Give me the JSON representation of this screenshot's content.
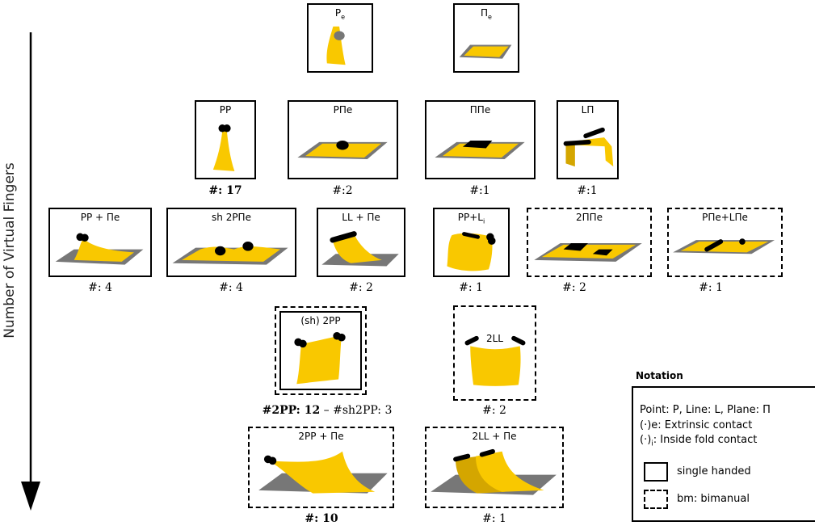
{
  "axis": {
    "label": "Number of Virtual Fingers"
  },
  "colors": {
    "material": "#f9c800",
    "material_dark": "#d4a600",
    "plane": "#777777",
    "finger": "#000000"
  },
  "diagram": {
    "row1": [
      {
        "id": "pe",
        "label": "P",
        "sub": "e",
        "border": "solid"
      },
      {
        "id": "pie",
        "label": "Π",
        "sub": "e",
        "border": "solid"
      }
    ],
    "row2": [
      {
        "id": "pp",
        "label": "PP",
        "count_prefix": "#:",
        "count_value": "17",
        "bold": true,
        "border": "solid"
      },
      {
        "id": "ppie",
        "label": "PΠe",
        "count_prefix": "#:",
        "count_value": "2",
        "border": "solid"
      },
      {
        "id": "pipie",
        "label": "ΠΠe",
        "count_prefix": "#:",
        "count_value": "1",
        "border": "solid"
      },
      {
        "id": "lpi",
        "label": "LΠ",
        "count_prefix": "#:",
        "count_value": "1",
        "border": "solid"
      }
    ],
    "row3": [
      {
        "id": "pp-pie",
        "label": "PP  + Πe",
        "count_prefix": "#:",
        "count_value": "4",
        "border": "solid"
      },
      {
        "id": "sh2ppie",
        "label": "sh 2PΠe",
        "count_prefix": "#:",
        "count_value": "4",
        "border": "solid"
      },
      {
        "id": "ll-pie",
        "label": "LL  + Πe",
        "count_prefix": "#:",
        "count_value": "2",
        "border": "solid"
      },
      {
        "id": "pp-li",
        "label": "PP+L",
        "sub": "i",
        "count_prefix": "#:",
        "count_value": "1",
        "border": "solid"
      },
      {
        "id": "2pipie",
        "label": "2ΠΠe",
        "count_prefix": "#:",
        "count_value": "2",
        "border": "dashed"
      },
      {
        "id": "ppe-lpie",
        "label": "PΠe+LΠe",
        "count_prefix": "#:",
        "count_value": "1",
        "border": "dashed"
      }
    ],
    "row4": [
      {
        "id": "sh2pp",
        "label": "(sh) 2PP",
        "count_prefix": "#2PP:",
        "count_value": "12",
        "count_suffix": " – #sh2PP: 3",
        "bold": true,
        "border": "double"
      },
      {
        "id": "2ll",
        "label": "2LL",
        "count_prefix": "#:",
        "count_value": "2",
        "border": "dashed"
      }
    ],
    "row5": [
      {
        "id": "2pp-pie",
        "label": "2PP + Πe",
        "count_prefix": "#:",
        "count_value": "10",
        "bold": true,
        "border": "dashed"
      },
      {
        "id": "2ll-pie",
        "label": "2LL + Πe",
        "count_prefix": "#:",
        "count_value": "1",
        "border": "dashed"
      }
    ]
  },
  "notation": {
    "title": "Notation",
    "line1": "Point: P, Line: L, Plane: Π",
    "line2": "(·)e: Extrinsic contact",
    "line3_pre": "(·)",
    "line3_sub": "i",
    "line3_post": ": Inside fold contact",
    "single": "single handed",
    "bimanual": "bm: bimanual"
  }
}
